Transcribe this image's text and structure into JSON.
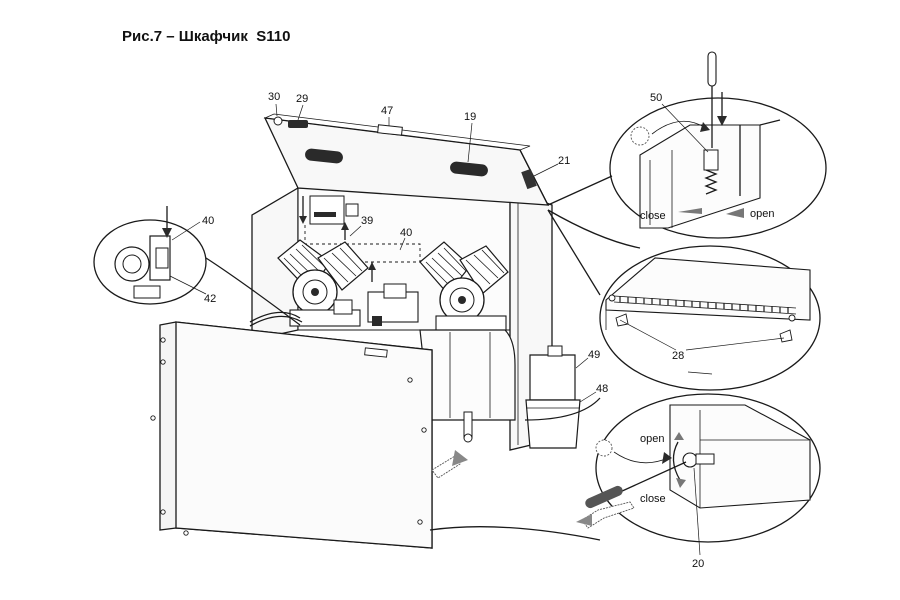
{
  "title": "Рис.7 – Шкафчик  S110",
  "callouts": {
    "c30": "30",
    "c29": "29",
    "c47": "47",
    "c19": "19",
    "c21": "21",
    "c40a": "40",
    "c39": "39",
    "c40b": "40",
    "c42": "42",
    "c50": "50",
    "c28": "28",
    "c49": "49",
    "c48": "48",
    "c20": "20"
  },
  "detail_labels": {
    "top_close": "close",
    "top_open": "open",
    "bottom_open": "open",
    "bottom_close": "close"
  },
  "colors": {
    "line": "#1a1a1a",
    "background": "#ffffff"
  }
}
